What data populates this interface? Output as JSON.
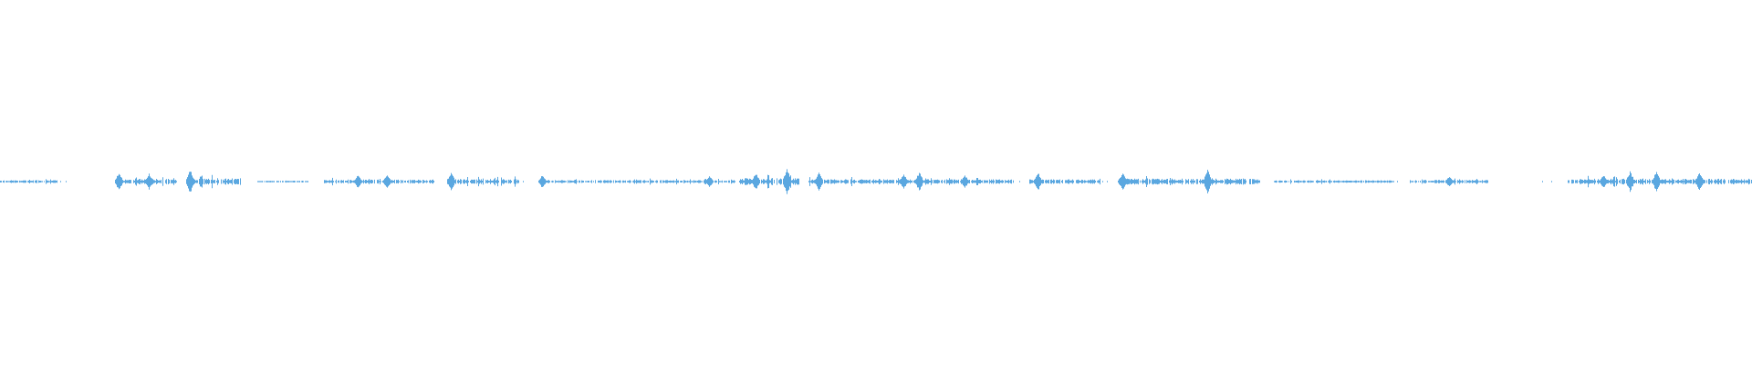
{
  "waveform": {
    "color": "#5aa7e0",
    "background": "#ffffff",
    "duration_seconds": 1920,
    "max_amplitude": 1.0,
    "segments": [
      {
        "start": 0,
        "end": 62,
        "amp": 0.28
      },
      {
        "start": 126,
        "end": 192,
        "amp": 0.55
      },
      {
        "start": 205,
        "end": 263,
        "amp": 0.68
      },
      {
        "start": 282,
        "end": 337,
        "amp": 0.18
      },
      {
        "start": 355,
        "end": 475,
        "amp": 0.42
      },
      {
        "start": 490,
        "end": 568,
        "amp": 0.52
      },
      {
        "start": 590,
        "end": 805,
        "amp": 0.32
      },
      {
        "start": 810,
        "end": 875,
        "amp": 0.72
      },
      {
        "start": 886,
        "end": 1110,
        "amp": 0.48
      },
      {
        "start": 1128,
        "end": 1205,
        "amp": 0.48
      },
      {
        "start": 1225,
        "end": 1380,
        "amp": 0.62
      },
      {
        "start": 1396,
        "end": 1530,
        "amp": 0.25
      },
      {
        "start": 1545,
        "end": 1630,
        "amp": 0.35
      },
      {
        "start": 1718,
        "end": 1920,
        "amp": 0.58
      }
    ],
    "peaks": [
      {
        "t": 130,
        "amp": 0.55
      },
      {
        "t": 163,
        "amp": 0.45
      },
      {
        "t": 208,
        "amp": 0.7
      },
      {
        "t": 392,
        "amp": 0.4
      },
      {
        "t": 424,
        "amp": 0.42
      },
      {
        "t": 494,
        "amp": 0.55
      },
      {
        "t": 594,
        "amp": 0.38
      },
      {
        "t": 777,
        "amp": 0.32
      },
      {
        "t": 828,
        "amp": 0.5
      },
      {
        "t": 862,
        "amp": 0.75
      },
      {
        "t": 897,
        "amp": 0.52
      },
      {
        "t": 990,
        "amp": 0.42
      },
      {
        "t": 1007,
        "amp": 0.55
      },
      {
        "t": 1057,
        "amp": 0.38
      },
      {
        "t": 1137,
        "amp": 0.55
      },
      {
        "t": 1230,
        "amp": 0.52
      },
      {
        "t": 1323,
        "amp": 0.72
      },
      {
        "t": 1588,
        "amp": 0.32
      },
      {
        "t": 1757,
        "amp": 0.4
      },
      {
        "t": 1786,
        "amp": 0.6
      },
      {
        "t": 1815,
        "amp": 0.62
      },
      {
        "t": 1862,
        "amp": 0.55
      }
    ]
  }
}
